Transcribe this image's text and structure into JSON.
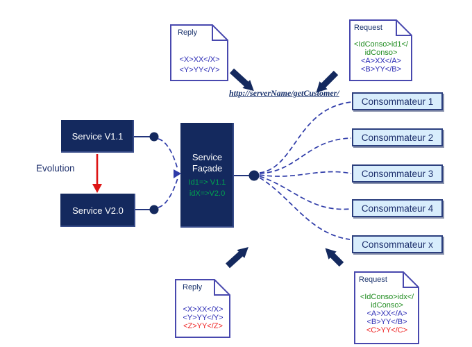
{
  "diagram": {
    "evolution_label": "Evolution",
    "service_v11": "Service V1.1",
    "service_v20": "Service V2.0",
    "facade": {
      "line1": "Service",
      "line2": "Façade",
      "map1": "Id1=> V1.1",
      "map2": "idX=>V2.0"
    },
    "url": "http://serverName/getCustomer/",
    "consumers": [
      "Consommateur 1",
      "Consommateur 2",
      "Consommateur 3",
      "Consommateur 4",
      "Consommateur x"
    ],
    "docs": {
      "reply_top": {
        "title": "Reply",
        "lines": [
          {
            "text": "<X>XX</X>",
            "color": "blue"
          },
          {
            "text": "<Y>YY</Y>",
            "color": "blue"
          }
        ]
      },
      "request_top": {
        "title": "Request",
        "lines": [
          {
            "text": "<IdConso>id1</",
            "color": "green"
          },
          {
            "text": "idConso>",
            "color": "green"
          },
          {
            "text": "<A>XX</A>",
            "color": "blue"
          },
          {
            "text": "<B>YY</B>",
            "color": "blue"
          }
        ]
      },
      "reply_bottom": {
        "title": "Reply",
        "lines": [
          {
            "text": "<X>XX</X>",
            "color": "blue"
          },
          {
            "text": "<Y>YY</Y>",
            "color": "blue"
          },
          {
            "text": "<Z>YY</Z>",
            "color": "red"
          }
        ]
      },
      "request_bottom": {
        "title": "Request",
        "lines": [
          {
            "text": "<IdConso>idx</",
            "color": "green"
          },
          {
            "text": "idConso>",
            "color": "green"
          },
          {
            "text": "<A>XX</A>",
            "color": "blue"
          },
          {
            "text": "<B>YY</B>",
            "color": "blue"
          },
          {
            "text": "<C>YY</C>",
            "color": "red"
          }
        ]
      }
    },
    "colors": {
      "navy_box": "#14295e",
      "consumer_fill": "#d8edfc",
      "consumer_border": "#2c3f7e",
      "doc_border": "#4848ae",
      "xml_blue": "#2a2ab4",
      "xml_green": "#1f8c1f",
      "xml_red": "#ee2020",
      "facade_green": "#00a550",
      "evolution_red": "#dd1414",
      "dash_blue": "#2e3ba8",
      "text_navy": "#1c2e6b"
    }
  }
}
